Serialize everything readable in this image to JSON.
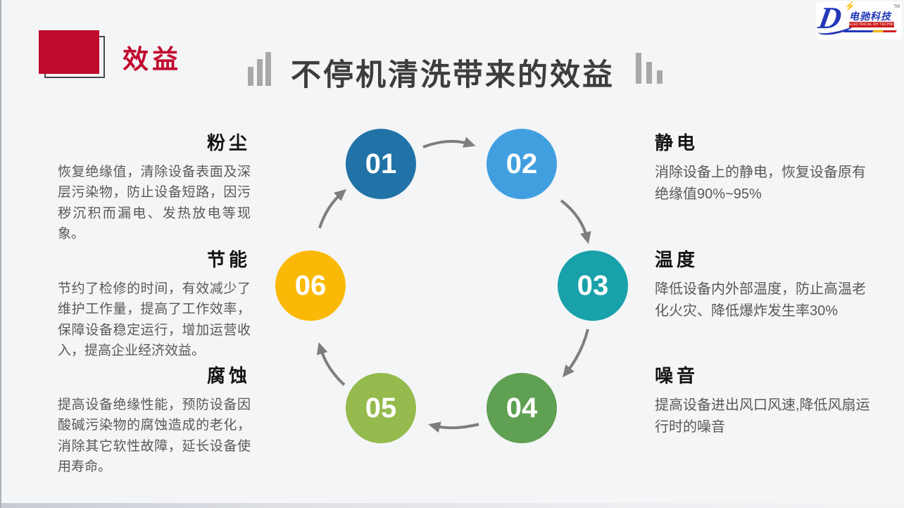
{
  "slide": {
    "background": "#F4F5F7",
    "accent_red": "#C00A2E"
  },
  "header": {
    "section_label": "效益",
    "title": "不停机清洗带来的效益"
  },
  "logo": {
    "brand": "电驰科技",
    "tagline": "ELECTRICAL DH TECHNOLOGY",
    "tm": "TM",
    "d_glyph": "D",
    "lightning_icon": "⚡"
  },
  "diagram": {
    "steps": [
      {
        "num": "01",
        "color": "#2173A7"
      },
      {
        "num": "02",
        "color": "#419FDF"
      },
      {
        "num": "03",
        "color": "#18A1AA"
      },
      {
        "num": "04",
        "color": "#5FA052"
      },
      {
        "num": "05",
        "color": "#95BA4D"
      },
      {
        "num": "06",
        "color": "#FBB907"
      }
    ],
    "arrow_color": "#7E7E7E"
  },
  "benefits": {
    "left": [
      {
        "title": "粉尘",
        "body": "恢复绝缘值，清除设备表面及深层污染物，防止设备短路，因污秽沉积而漏电、发热放电等现象。"
      },
      {
        "title": "节能",
        "body": "节约了检修的时间，有效减少了维护工作量，提高了工作效率，保障设备稳定运行，增加运营收入，提高企业经济效益。"
      },
      {
        "title": "腐蚀",
        "body": "提高设备绝缘性能，预防设备因酸碱污染物的腐蚀造成的老化，消除其它软性故障，延长设备使用寿命。"
      }
    ],
    "right": [
      {
        "title": "静电",
        "body": "消除设备上的静电，恢复设备原有绝缘值90%~95%"
      },
      {
        "title": "温度",
        "body": "降低设备内外部温度，防止高温老化火灾、降低爆炸发生率30%"
      },
      {
        "title": "噪音",
        "body": "提高设备进出风口风速,降低风扇运行时的噪音"
      }
    ]
  }
}
